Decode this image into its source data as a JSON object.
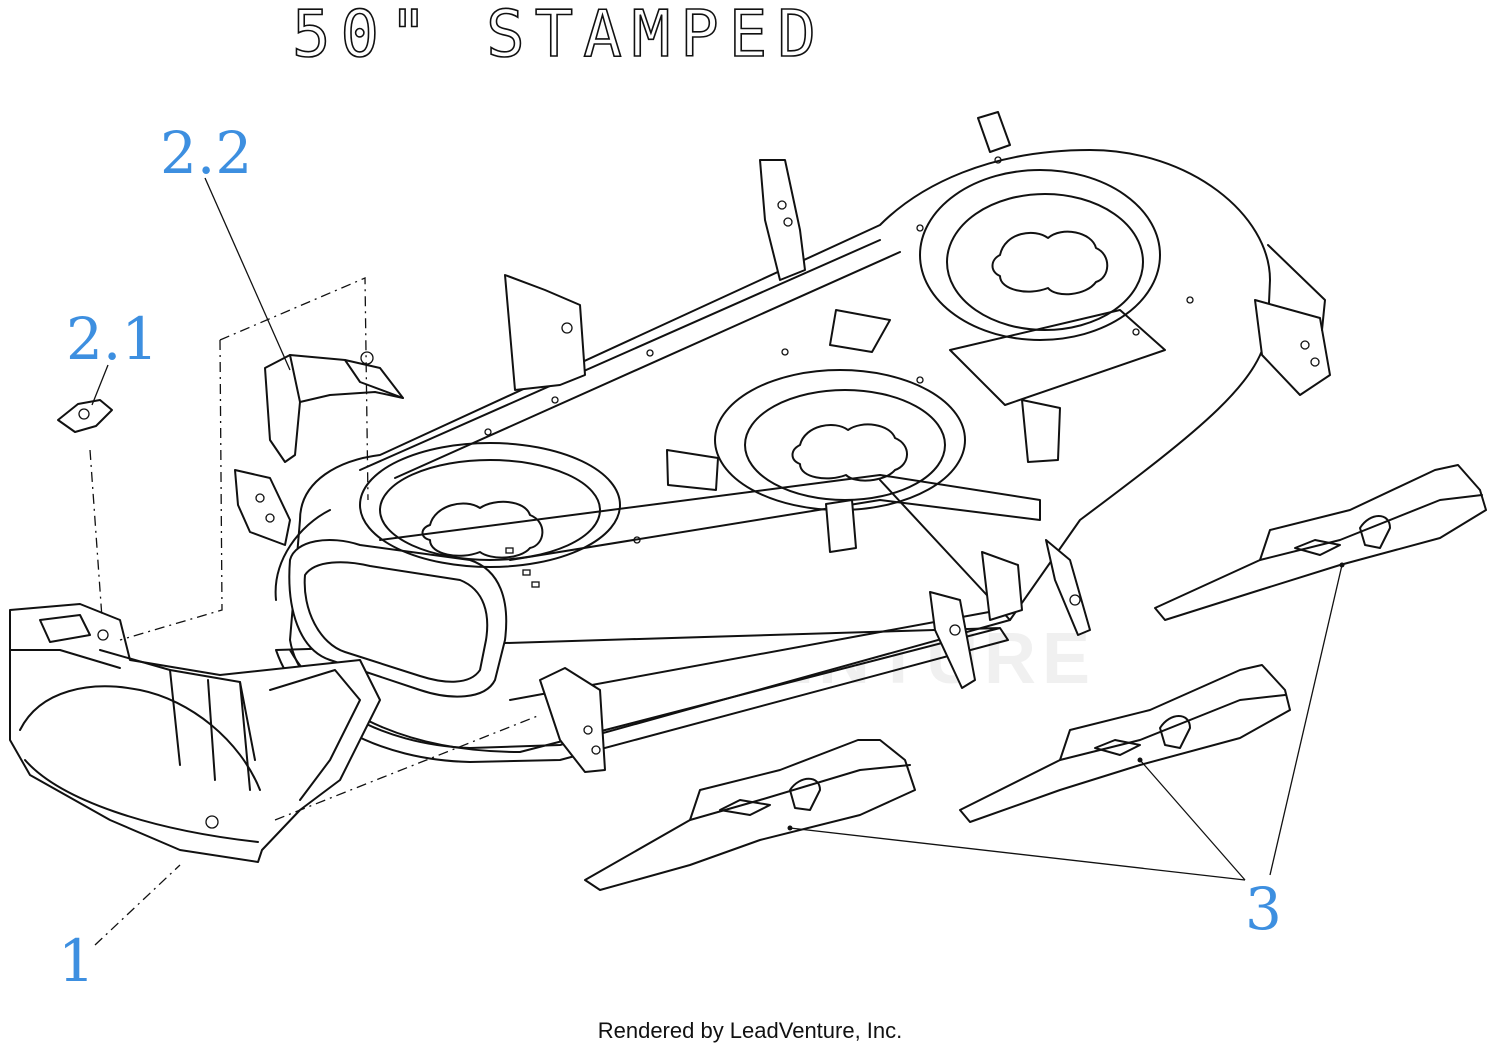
{
  "title": "50\" STAMPED",
  "callouts": {
    "c1": "1",
    "c21": "2.1",
    "c22": "2.2",
    "c3": "3"
  },
  "watermark": "LEADVENTURE",
  "footer": "Rendered by LeadVenture, Inc.",
  "colors": {
    "callout": "#3d8fe0",
    "line": "#111111"
  }
}
